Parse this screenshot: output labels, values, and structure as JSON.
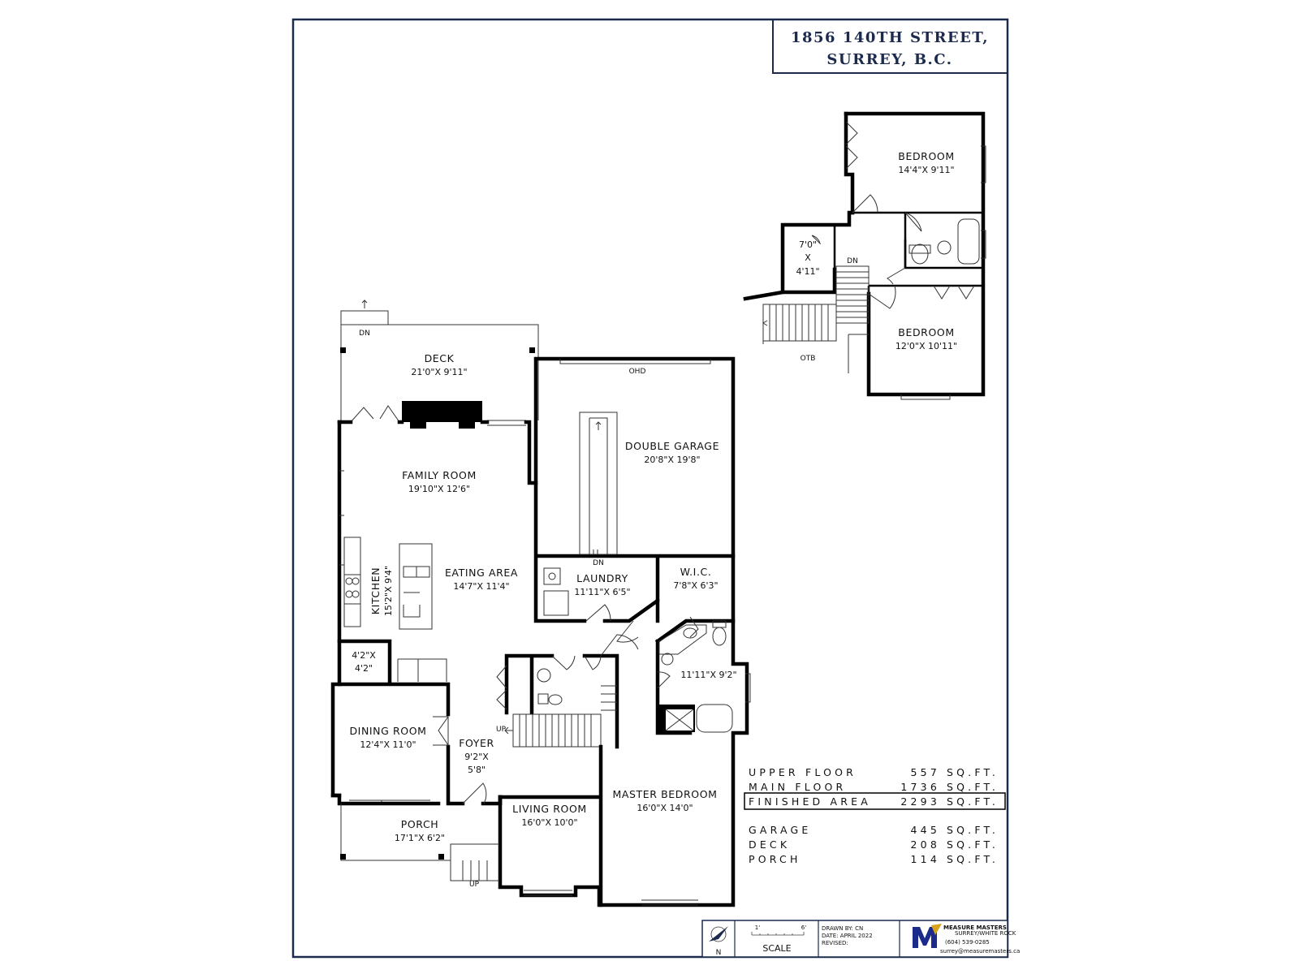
{
  "title": {
    "line1": "1856 140TH STREET,",
    "line2": "SURREY, B.C."
  },
  "rooms_upper": [
    {
      "id": "bedroom-1",
      "name": "BEDROOM",
      "dims": "14'4\"X 9'11\""
    },
    {
      "id": "bedroom-2",
      "name": "BEDROOM",
      "dims": "12'0\"X 10'11\""
    },
    {
      "id": "storage",
      "lines": [
        "7'0\"",
        "X",
        "4'11\""
      ]
    }
  ],
  "rooms_main": [
    {
      "id": "deck",
      "name": "DECK",
      "dims": "21'0\"X 9'11\""
    },
    {
      "id": "family-room",
      "name": "FAMILY ROOM",
      "dims": "19'10\"X 12'6\""
    },
    {
      "id": "double-garage",
      "name": "DOUBLE GARAGE",
      "dims": "20'8\"X 19'8\""
    },
    {
      "id": "eating-area",
      "name": "EATING AREA",
      "dims": "14'7\"X 11'4\""
    },
    {
      "id": "kitchen",
      "name": "KITCHEN",
      "dims": "15'2\"X 9'4\""
    },
    {
      "id": "laundry",
      "name": "LAUNDRY",
      "dims": "11'11\"X 6'5\""
    },
    {
      "id": "wic",
      "name": "W.I.C.",
      "dims": "7'8\"X 6'3\""
    },
    {
      "id": "ensuite",
      "dims": "11'11\"X 9'2\""
    },
    {
      "id": "pantry",
      "lines": [
        "4'2\"X",
        "4'2\""
      ]
    },
    {
      "id": "dining-room",
      "name": "DINING ROOM",
      "dims": "12'4\"X 11'0\""
    },
    {
      "id": "foyer",
      "name": "FOYER",
      "lines": [
        "9'2\"X",
        "5'8\""
      ]
    },
    {
      "id": "living-room",
      "name": "LIVING ROOM",
      "dims": "16'0\"X 10'0\""
    },
    {
      "id": "master-bedroom",
      "name": "MASTER BEDROOM",
      "dims": "16'0\"X 14'0\""
    },
    {
      "id": "porch",
      "name": "PORCH",
      "dims": "17'1\"X 6'2\""
    }
  ],
  "annotations": {
    "dn": "DN",
    "up": "UP",
    "ohd": "OHD",
    "otb": "OTB"
  },
  "areas": [
    {
      "label": "UPPER FLOOR",
      "value": "557",
      "unit": "SQ.FT.",
      "highlight": false
    },
    {
      "label": "MAIN FLOOR",
      "value": "1736",
      "unit": "SQ.FT.",
      "highlight": false
    },
    {
      "label": "FINISHED AREA",
      "value": "2293",
      "unit": "SQ.FT.",
      "highlight": true
    },
    {
      "label": "GARAGE",
      "value": "445",
      "unit": "SQ.FT.",
      "highlight": false
    },
    {
      "label": "DECK",
      "value": "208",
      "unit": "SQ.FT.",
      "highlight": false
    },
    {
      "label": "PORCH",
      "value": "114",
      "unit": "SQ.FT.",
      "highlight": false
    }
  ],
  "titleblock": {
    "north": "N",
    "scale_start": "1'",
    "scale_end": "6'",
    "scale_label": "SCALE",
    "drawn_by": "DRAWN BY: CN",
    "date": "DATE: APRIL 2022",
    "revised": "REVISED:",
    "company": "MEASURE MASTERS",
    "company_sub": "SURREY/WHITE ROCK",
    "phone": "(604) 539-0285",
    "email": "surrey@measuremasters.ca",
    "colors": {
      "frame": "#1c2a4d",
      "logo_blue": "#1c2a8a",
      "logo_gold": "#d8a21b"
    }
  }
}
